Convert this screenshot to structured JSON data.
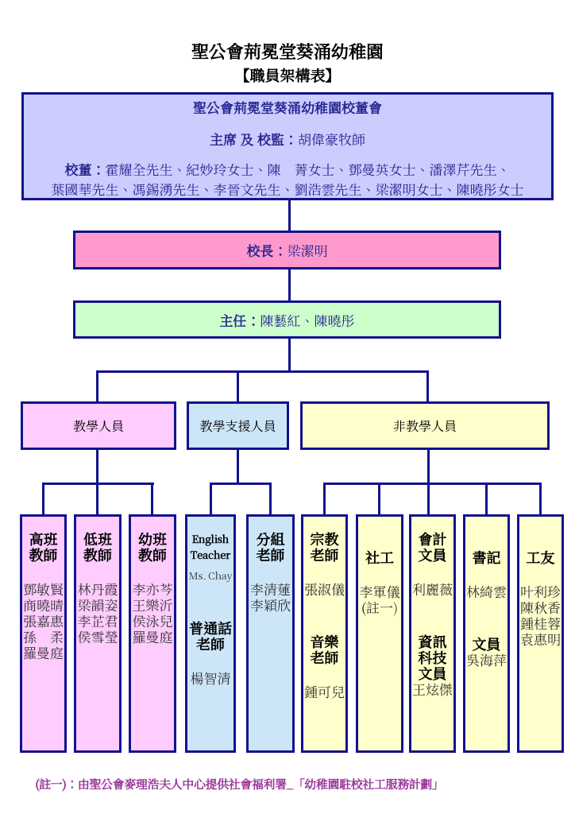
{
  "page": {
    "title_line1": "聖公會荊冕堂葵涌幼稚園",
    "title_line2": "【職員架構表】"
  },
  "colors": {
    "line_navy": "#12128e",
    "board_fill": "#ccccff",
    "principal_fill": "#ff99cc",
    "head_fill": "#ccffcc",
    "teaching_fill": "#ffccff",
    "support_fill": "#cde6f7",
    "nonteaching_fill": "#ffffcc",
    "navy_text": "#24248f",
    "note_purple": "#993399"
  },
  "board": {
    "title": "聖公會荊冕堂葵涌幼稚園校董會",
    "chair_label": "主席 及 校監：",
    "chair_name": "胡偉豪牧師",
    "members_label": "校董：",
    "members_line1": "霍耀全先生、紀妙玲女士、陳　菁女士、鄧曼英女士、潘澤芹先生、",
    "members_line2": "葉國華先生、馮錫湧先生、李晉文先生、劉浩雲先生、梁潔明女士、陳曉彤女士"
  },
  "principal": {
    "label": "校長：",
    "name": "梁潔明"
  },
  "head": {
    "label": "主任：",
    "name": "陳藝紅、陳曉彤"
  },
  "categories": [
    {
      "label": "教學人員"
    },
    {
      "label": "教學支援人員"
    },
    {
      "label": "非教學人員"
    }
  ],
  "columns": [
    {
      "group": "teaching",
      "lines": [
        {
          "t": "高班",
          "b": 1
        },
        {
          "t": "教師",
          "b": 1
        },
        {
          "t": ""
        },
        {
          "t": "鄧敏賢"
        },
        {
          "t": "商曉晴"
        },
        {
          "t": "張嘉惠"
        },
        {
          "t": "孫　柔"
        },
        {
          "t": "羅曼庭"
        }
      ]
    },
    {
      "group": "teaching",
      "lines": [
        {
          "t": "低班",
          "b": 1
        },
        {
          "t": "教師",
          "b": 1
        },
        {
          "t": ""
        },
        {
          "t": "林丹霞"
        },
        {
          "t": "梁韻姿"
        },
        {
          "t": "李芷君"
        },
        {
          "t": "侯雪瑩"
        }
      ]
    },
    {
      "group": "teaching",
      "lines": [
        {
          "t": "幼班",
          "b": 1
        },
        {
          "t": "教師",
          "b": 1
        },
        {
          "t": ""
        },
        {
          "t": "李亦芩"
        },
        {
          "t": "王樂沂"
        },
        {
          "t": "侯泳兒"
        },
        {
          "t": "羅曼庭"
        }
      ]
    },
    {
      "group": "support",
      "lines": [
        {
          "t": "English",
          "b": 1,
          "en": 1
        },
        {
          "t": "Teacher",
          "b": 1,
          "en": 1
        },
        {
          "t": "Ms. Chay",
          "en": 1
        },
        {
          "t": ""
        },
        {
          "t": ""
        },
        {
          "t": "普通話",
          "b": 1
        },
        {
          "t": "老師",
          "b": 1
        },
        {
          "t": ""
        },
        {
          "t": "楊智清"
        }
      ]
    },
    {
      "group": "support",
      "lines": [
        {
          "t": "分組",
          "b": 1
        },
        {
          "t": "老師",
          "b": 1
        },
        {
          "t": ""
        },
        {
          "t": "李清蓮"
        },
        {
          "t": "李穎欣"
        }
      ]
    },
    {
      "group": "nonteaching",
      "lines": [
        {
          "t": "宗教",
          "b": 1
        },
        {
          "t": "老師",
          "b": 1
        },
        {
          "t": ""
        },
        {
          "t": "張淑儀"
        },
        {
          "t": ""
        },
        {
          "t": ""
        },
        {
          "t": "音樂",
          "b": 1
        },
        {
          "t": "老師",
          "b": 1
        },
        {
          "t": ""
        },
        {
          "t": "鍾可兒"
        }
      ]
    },
    {
      "group": "nonteaching",
      "lines": [
        {
          "t": ""
        },
        {
          "t": "社工",
          "b": 1
        },
        {
          "t": ""
        },
        {
          "t": "李軍儀"
        },
        {
          "t": "(註一)"
        }
      ]
    },
    {
      "group": "nonteaching",
      "lines": [
        {
          "t": "會計",
          "b": 1
        },
        {
          "t": "文員",
          "b": 1
        },
        {
          "t": ""
        },
        {
          "t": "利麗薇"
        },
        {
          "t": ""
        },
        {
          "t": ""
        },
        {
          "t": "資訊",
          "b": 1
        },
        {
          "t": "科技",
          "b": 1
        },
        {
          "t": "文員",
          "b": 1
        },
        {
          "t": "王炫傑"
        }
      ]
    },
    {
      "group": "nonteaching",
      "lines": [
        {
          "t": ""
        },
        {
          "t": "書記",
          "b": 1
        },
        {
          "t": ""
        },
        {
          "t": "林綺雲"
        },
        {
          "t": ""
        },
        {
          "t": ""
        },
        {
          "t": "文員",
          "b": 1
        },
        {
          "t": "吳海萍"
        }
      ]
    },
    {
      "group": "nonteaching",
      "lines": [
        {
          "t": ""
        },
        {
          "t": "工友",
          "b": 1
        },
        {
          "t": ""
        },
        {
          "t": "叶利珍"
        },
        {
          "t": "陳秋香"
        },
        {
          "t": "鍾桂蓉"
        },
        {
          "t": "袁惠明"
        }
      ]
    }
  ],
  "footnote": "(註一)：由聖公會麥理浩夫人中心提供社會福利署_「幼稚園駐校社工服務計劃」"
}
